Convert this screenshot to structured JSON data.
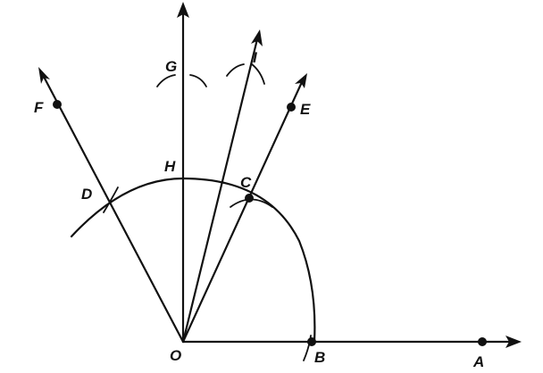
{
  "diagram": {
    "labels": {
      "O": "O",
      "A": "A",
      "B": "B",
      "C": "C",
      "D": "D",
      "E": "E",
      "F": "F",
      "G": "G",
      "H": "H",
      "I": "I"
    }
  }
}
